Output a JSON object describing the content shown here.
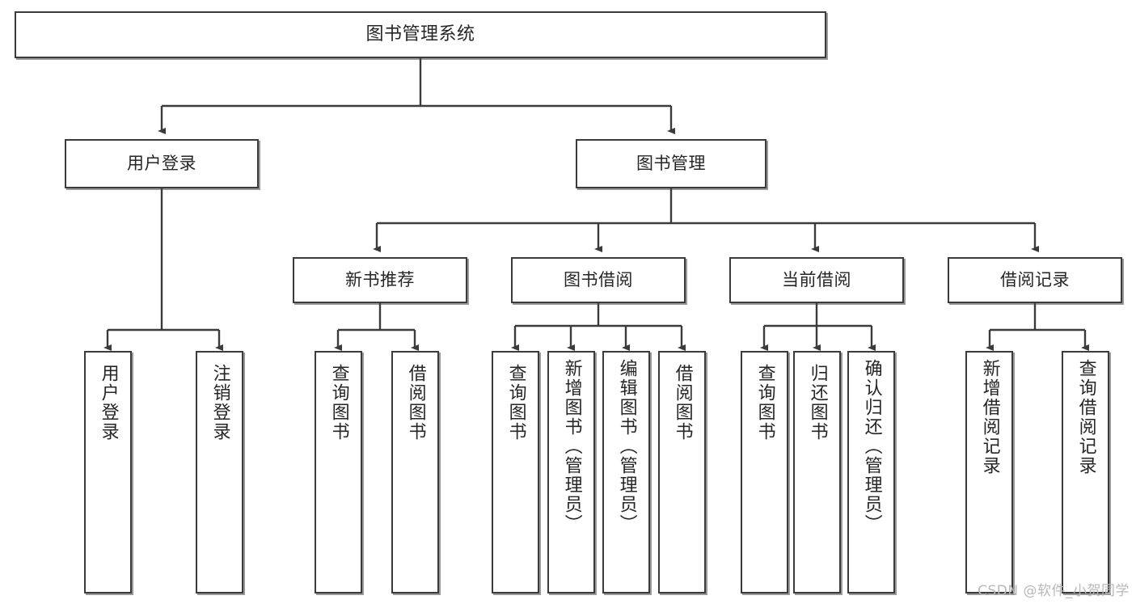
{
  "diagram": {
    "title": "图书管理系统",
    "type": "tree",
    "watermark": "CSDN @软件_小贺同学",
    "colors": {
      "border": "#3b3b3b",
      "text": "#262626",
      "background": "#ffffff",
      "connector": "#3b3b3b",
      "watermark": "#b9b9b9"
    },
    "root": {
      "label": "图书管理系统"
    },
    "level2": [
      {
        "label": "用户登录"
      },
      {
        "label": "图书管理"
      }
    ],
    "level3": [
      {
        "label": "新书推荐"
      },
      {
        "label": "图书借阅"
      },
      {
        "label": "当前借阅"
      },
      {
        "label": "借阅记录"
      }
    ],
    "leaves": {
      "user_login": [
        {
          "label": "用户登录"
        },
        {
          "label": "注销登录"
        }
      ],
      "new_book_recommend": [
        {
          "label": "查询图书"
        },
        {
          "label": "借阅图书"
        }
      ],
      "book_borrow": [
        {
          "label": "查询图书"
        },
        {
          "label": "新增图书（管理员）"
        },
        {
          "label": "编辑图书（管理员）"
        },
        {
          "label": "借阅图书"
        }
      ],
      "current_borrow": [
        {
          "label": "查询图书"
        },
        {
          "label": "归还图书"
        },
        {
          "label": "确认归还（管理员）"
        }
      ],
      "borrow_record": [
        {
          "label": "新增借阅记录"
        },
        {
          "label": "查询借阅记录"
        }
      ]
    }
  }
}
